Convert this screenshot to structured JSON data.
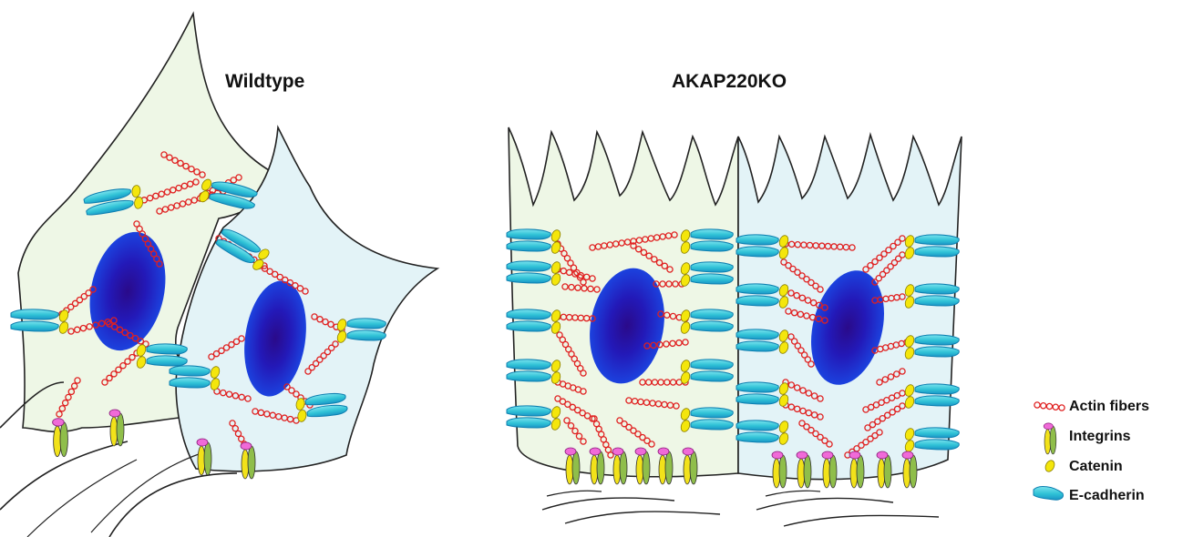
{
  "panels": {
    "wildtype_title": "Wildtype",
    "knockout_title": "AKAP220KO"
  },
  "legend": [
    {
      "label": "Actin fibers",
      "icon": "actin-fiber-icon"
    },
    {
      "label": "Integrins",
      "icon": "integrin-icon"
    },
    {
      "label": "Catenin",
      "icon": "catenin-icon"
    },
    {
      "label": "E-cadherin",
      "icon": "e-cadherin-icon"
    }
  ],
  "colors": {
    "cell_green": "#eef7e6",
    "cell_blue": "#e3f3f7",
    "nucleus": "#1a2fd6",
    "nucleus_core": "#2a0a8a",
    "actin": "#e02020",
    "catenin": "#f4e60c",
    "integrin_stem_green": "#8fbe4a",
    "integrin_stem_yellow": "#f2e21a",
    "integrin_head": "#f06ad8",
    "ecadherin_fill": "#35c6d8",
    "ecadherin_edge": "#0d7fb0",
    "outline": "#222222"
  }
}
